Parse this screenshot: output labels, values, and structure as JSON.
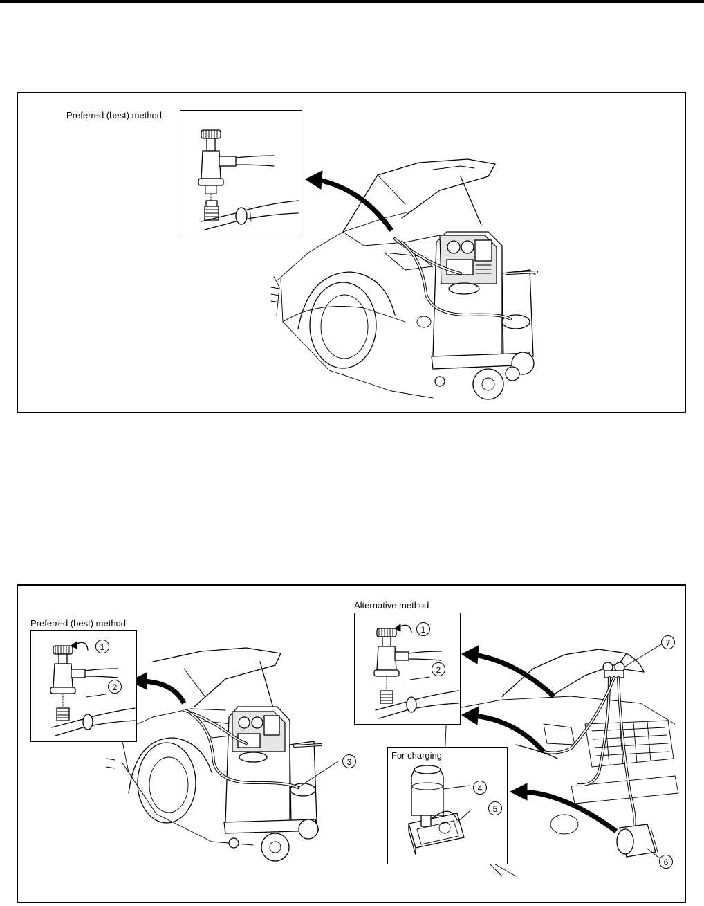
{
  "figure1": {
    "inset": {
      "label": "Preferred (best) method"
    }
  },
  "figure2": {
    "preferred_inset": {
      "label": "Preferred (best) method"
    },
    "alternative_inset": {
      "label": "Alternative method"
    },
    "charging_inset": {
      "label": "For charging"
    },
    "callouts": [
      "1",
      "2",
      "3",
      "4",
      "5",
      "6",
      "7",
      "1",
      "2"
    ]
  }
}
